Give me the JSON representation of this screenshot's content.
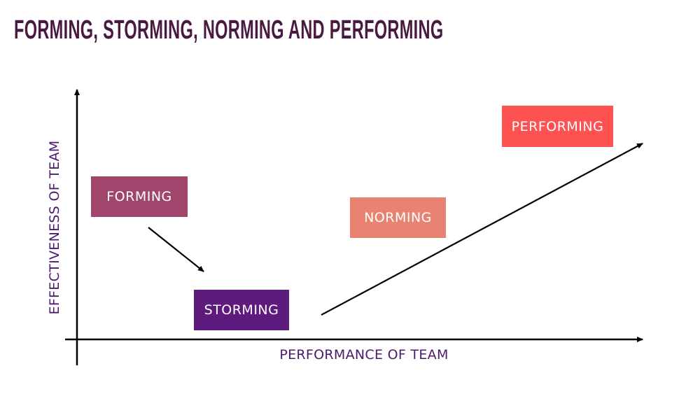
{
  "title": "FORMING, STORMING, NORMING AND PERFORMING",
  "y_axis_label": "EFFECTIVENESS OF TEAM",
  "x_axis_label": "PERFORMANCE OF TEAM",
  "stages": [
    {
      "label": "FORMING",
      "color": "#a0466c"
    },
    {
      "label": "STORMING",
      "color": "#5e1a7c"
    },
    {
      "label": "NORMING",
      "color": "#e98371"
    },
    {
      "label": "PERFORMING",
      "color": "#fe5252"
    }
  ],
  "colors": {
    "title": "#4a1942",
    "axis_label": "#4b1a6e",
    "lines": "#000000"
  }
}
